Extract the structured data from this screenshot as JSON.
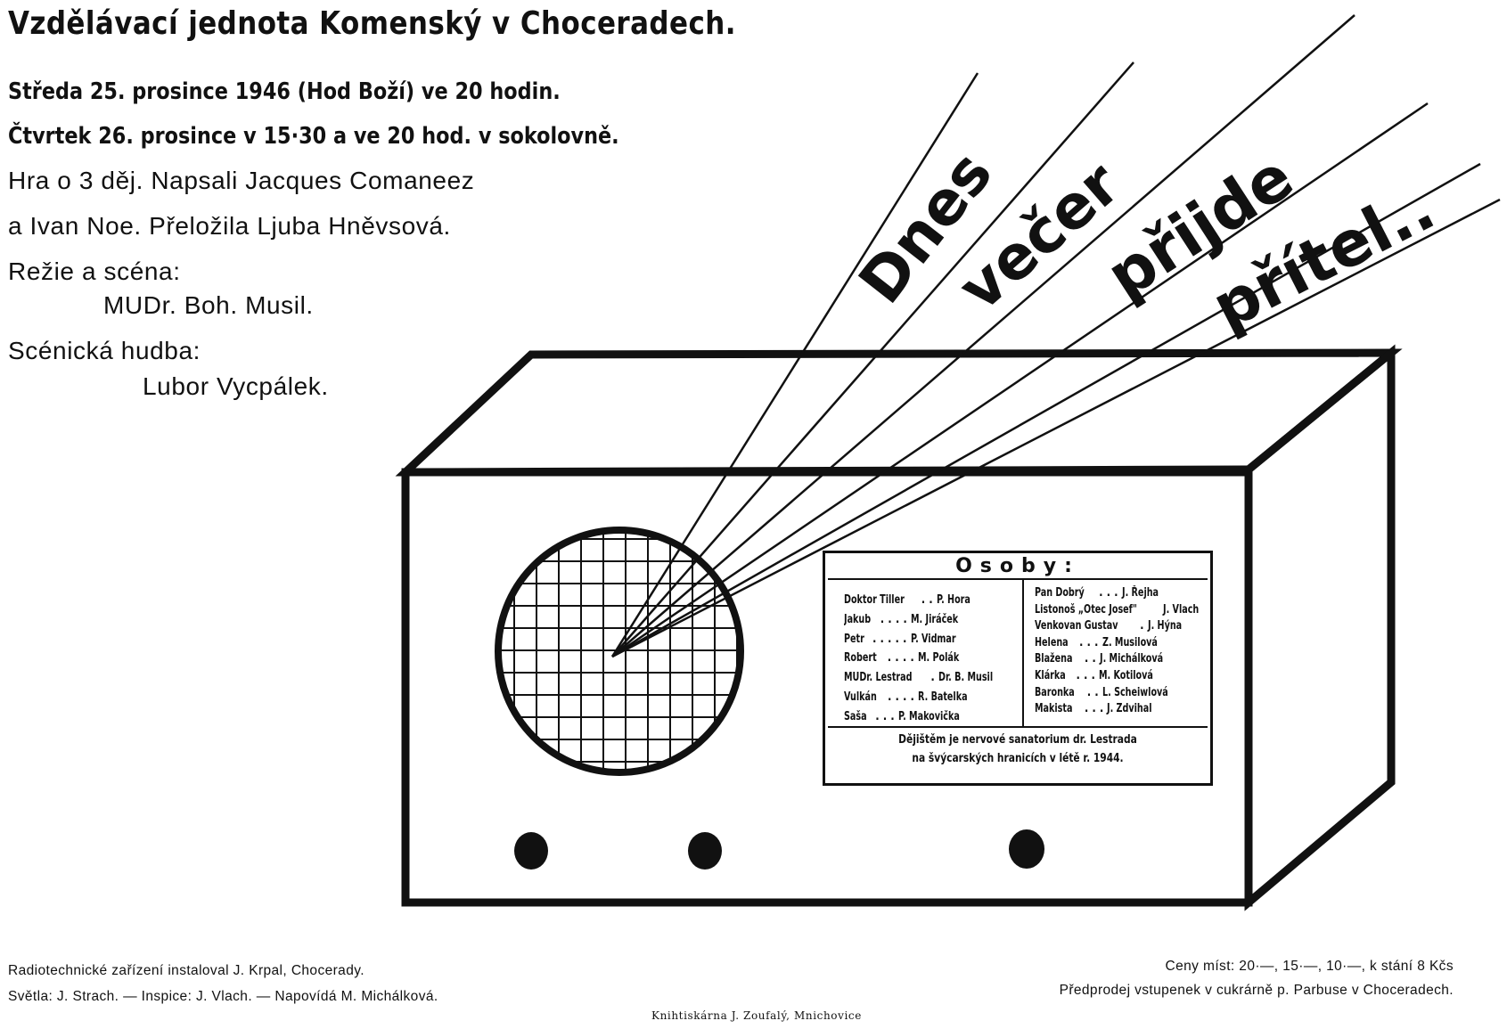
{
  "header": {
    "title": "Vzdělávací jednota Komenský v Choceradech."
  },
  "dates": {
    "line1": "Středa 25. prosince 1946 (Hod Boží) ve 20 hodin.",
    "line2": "Čtvrtek 26. prosince v 15·30 a ve 20 hod. v sokolovně."
  },
  "play": {
    "info_line1": "Hra o 3 děj. Napsali Jacques Comaneez",
    "info_line2": "a Ivan Noe. Přeložila Ljuba Hněvsová.",
    "direction_label": "Režie a scéna:",
    "direction_name": "MUDr. Boh. Musil.",
    "music_label": "Scénická hudba:",
    "music_name": "Lubor Vycpálek."
  },
  "title_art": {
    "words": [
      "Dnes",
      "večer",
      "přijde",
      "přítel.."
    ]
  },
  "cast": {
    "title": "Osoby:",
    "left": [
      {
        "role": "Doktor Tiller",
        "dots": ". .",
        "actor": "P. Hora"
      },
      {
        "role": "Jakub",
        "dots": ". . . .",
        "actor": "M. Jiráček"
      },
      {
        "role": "Petr",
        "dots": ". . . . .",
        "actor": "P. Vidmar"
      },
      {
        "role": "Robert",
        "dots": ". . . .",
        "actor": "M. Polák"
      },
      {
        "role": "MUDr. Lestrad",
        "dots": ".",
        "actor": "Dr. B. Musil"
      },
      {
        "role": "Vulkán",
        "dots": ". . . .",
        "actor": "R. Batelka"
      },
      {
        "role": "Saša",
        "dots": ". . .",
        "actor": "P. Makovička"
      }
    ],
    "right": [
      {
        "role": "Pan Dobrý",
        "dots": ". . .",
        "actor": "J. Řejha"
      },
      {
        "role": "Listonoš „Otec Josef\"",
        "dots": "",
        "actor": "J. Vlach"
      },
      {
        "role": "Venkovan Gustav",
        "dots": ".",
        "actor": "J. Hýna"
      },
      {
        "role": "Helena",
        "dots": ". . .",
        "actor": "Z. Musilová"
      },
      {
        "role": "Blažena",
        "dots": ". .",
        "actor": "J. Michálková"
      },
      {
        "role": "Klárka",
        "dots": ". . .",
        "actor": "M. Kotilová"
      },
      {
        "role": "Baronka",
        "dots": ". .",
        "actor": "L. Scheiwlová"
      },
      {
        "role": "Makista",
        "dots": ". . .",
        "actor": "J. Zdvihal"
      }
    ],
    "note_line1": "Dějištěm je nervové sanatorium dr. Lestrada",
    "note_line2": "na švýcarských hranicích v létě r. 1944."
  },
  "footer": {
    "credits_line1": "Radiotechnické zařízení instaloval J. Krpal, Chocerady.",
    "credits_line2": "Světla: J. Strach. — Inspice: J. Vlach. — Napovídá M. Michálková.",
    "prices": "Ceny míst: 20·—, 15·—, 10·—, k stání 8 Kčs",
    "presale": "Předprodej vstupenek v cukrárně p. Parbuse v Choceradech.",
    "printer": "Knihtiskárna J. Zoufalý, Mnichovice"
  },
  "colors": {
    "ink": "#111111",
    "paper": "#ffffff"
  },
  "icons": [
    "radio-icon",
    "speaker-grille-icon",
    "knob-icon"
  ]
}
